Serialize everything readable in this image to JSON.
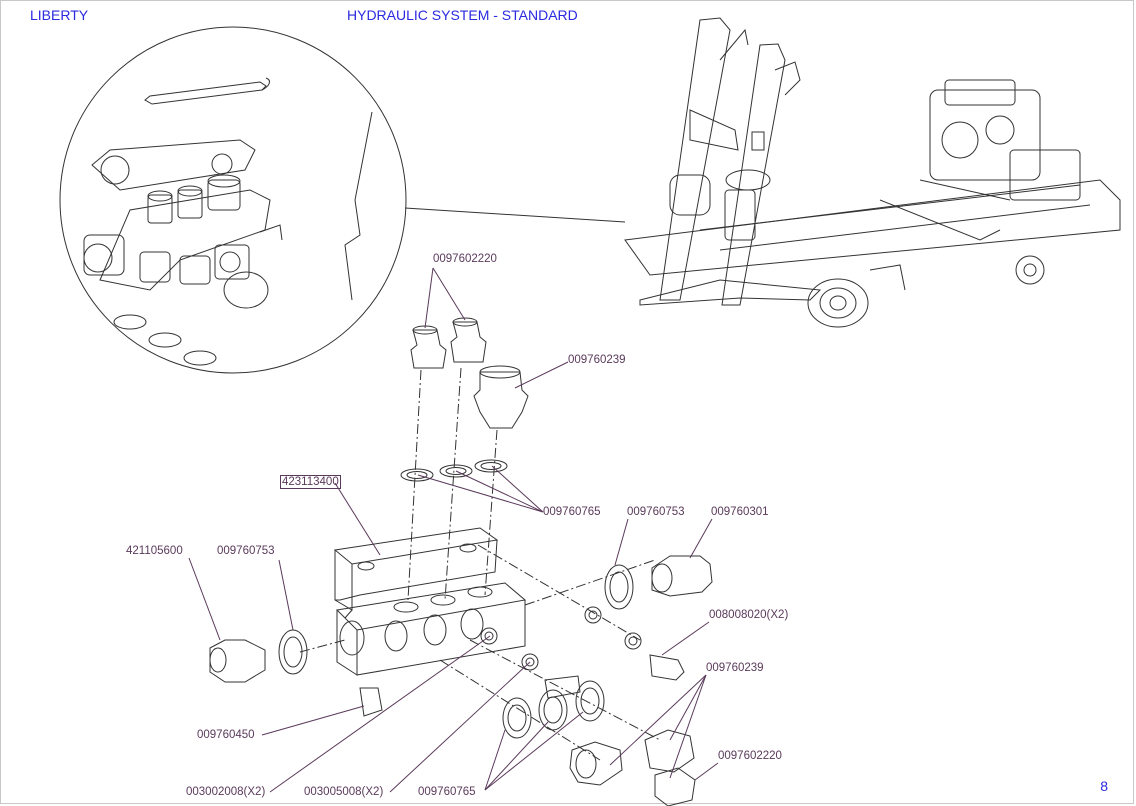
{
  "header": {
    "left_title": "LIBERTY",
    "center_title": "HYDRAULIC SYSTEM - STANDARD"
  },
  "page_number": "8",
  "callouts": {
    "p_0097602220_top": "0097602220",
    "p_009760239_top": "009760239",
    "p_423113400": "423113400",
    "p_009760765_mid": "009760765",
    "p_009760753_right": "009760753",
    "p_009760301": "009760301",
    "p_421105600": "421105600",
    "p_009760753_left": "009760753",
    "p_008008020": "008008020(X2)",
    "p_009760239_bottom": "009760239",
    "p_009760450": "009760450",
    "p_0097602220_bottom": "0097602220",
    "p_003002008": "003002008(X2)",
    "p_003005008": "003005008(X2)",
    "p_009760765_bottom": "009760765"
  },
  "colors": {
    "header_blue": "#2a2ae0",
    "callout_text": "#5a3a5a",
    "line_art": "#333333"
  }
}
